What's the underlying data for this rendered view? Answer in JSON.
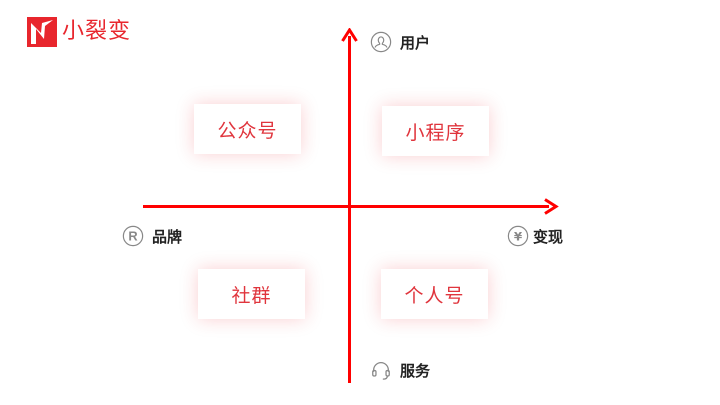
{
  "brand": {
    "name": "小裂变",
    "color": "#e8262d"
  },
  "axes": {
    "color": "#ff0000",
    "top": {
      "label": "用户",
      "icon": "user-icon"
    },
    "bottom": {
      "label": "服务",
      "icon": "headset-icon"
    },
    "left": {
      "label": "品牌",
      "icon": "registered-trademark-icon"
    },
    "right": {
      "label": "变现",
      "icon": "yen-icon"
    }
  },
  "quadrants": [
    {
      "position": "top-left",
      "label": "公众号"
    },
    {
      "position": "top-right",
      "label": "小程序"
    },
    {
      "position": "bottom-left",
      "label": "社群"
    },
    {
      "position": "bottom-right",
      "label": "个人号"
    }
  ]
}
